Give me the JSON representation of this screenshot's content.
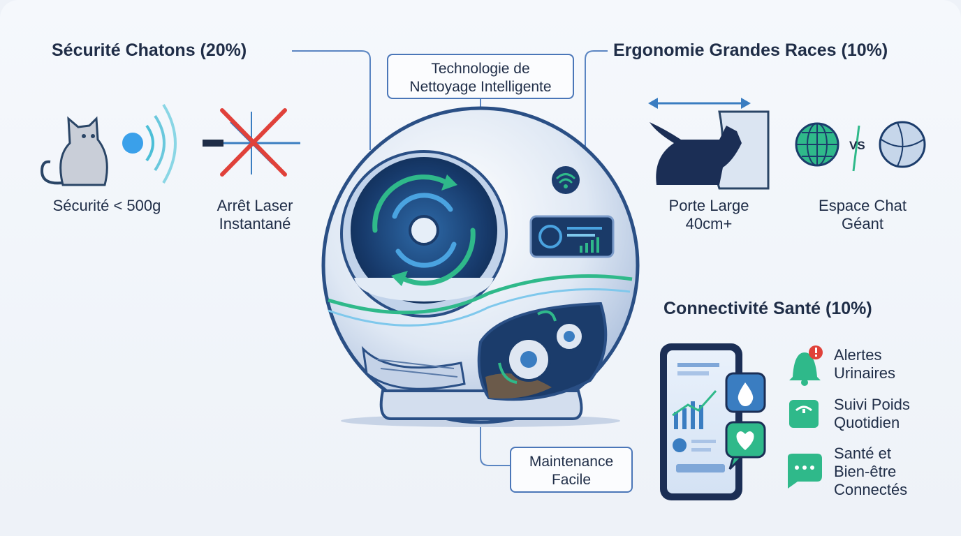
{
  "sections": {
    "kitten_safety": {
      "title": "Sécurité Chatons (20%)",
      "items": [
        {
          "label": "Sécurité < 500g",
          "icon": "kitten-sensor-icon"
        },
        {
          "label_lines": [
            "Arrêt Laser",
            "Instantané"
          ],
          "icon": "laser-stop-icon"
        }
      ]
    },
    "large_breeds": {
      "title": "Ergonomie Grandes Races (10%)",
      "items": [
        {
          "label_lines": [
            "Porte Large",
            "40cm+"
          ],
          "icon": "large-cat-door-icon"
        },
        {
          "label_lines": [
            "Espace Chat",
            "Géant"
          ],
          "icon": "globe-vs-sphere-icon"
        }
      ]
    },
    "health": {
      "title": "Connectivité Santé (10%)",
      "items": [
        {
          "label_lines": [
            "Alertes",
            "Urinaires"
          ],
          "icon": "bell-alert-icon"
        },
        {
          "label_lines": [
            "Suivi Poids",
            "Quotidien"
          ],
          "icon": "scale-icon"
        },
        {
          "label_lines": [
            "Santé et",
            "Bien-être",
            "Connectés"
          ],
          "icon": "chat-bubble-icon"
        }
      ]
    }
  },
  "callouts": {
    "smart_cleaning": [
      "Technologie de",
      "Nettoyage Intelligente"
    ],
    "maintenance": [
      "Maintenance",
      "Facile"
    ]
  },
  "colors": {
    "accent_blue": "#4a76b8",
    "accent_green": "#2fb98a",
    "navy": "#1f2d47",
    "alert_red": "#e0413a"
  }
}
